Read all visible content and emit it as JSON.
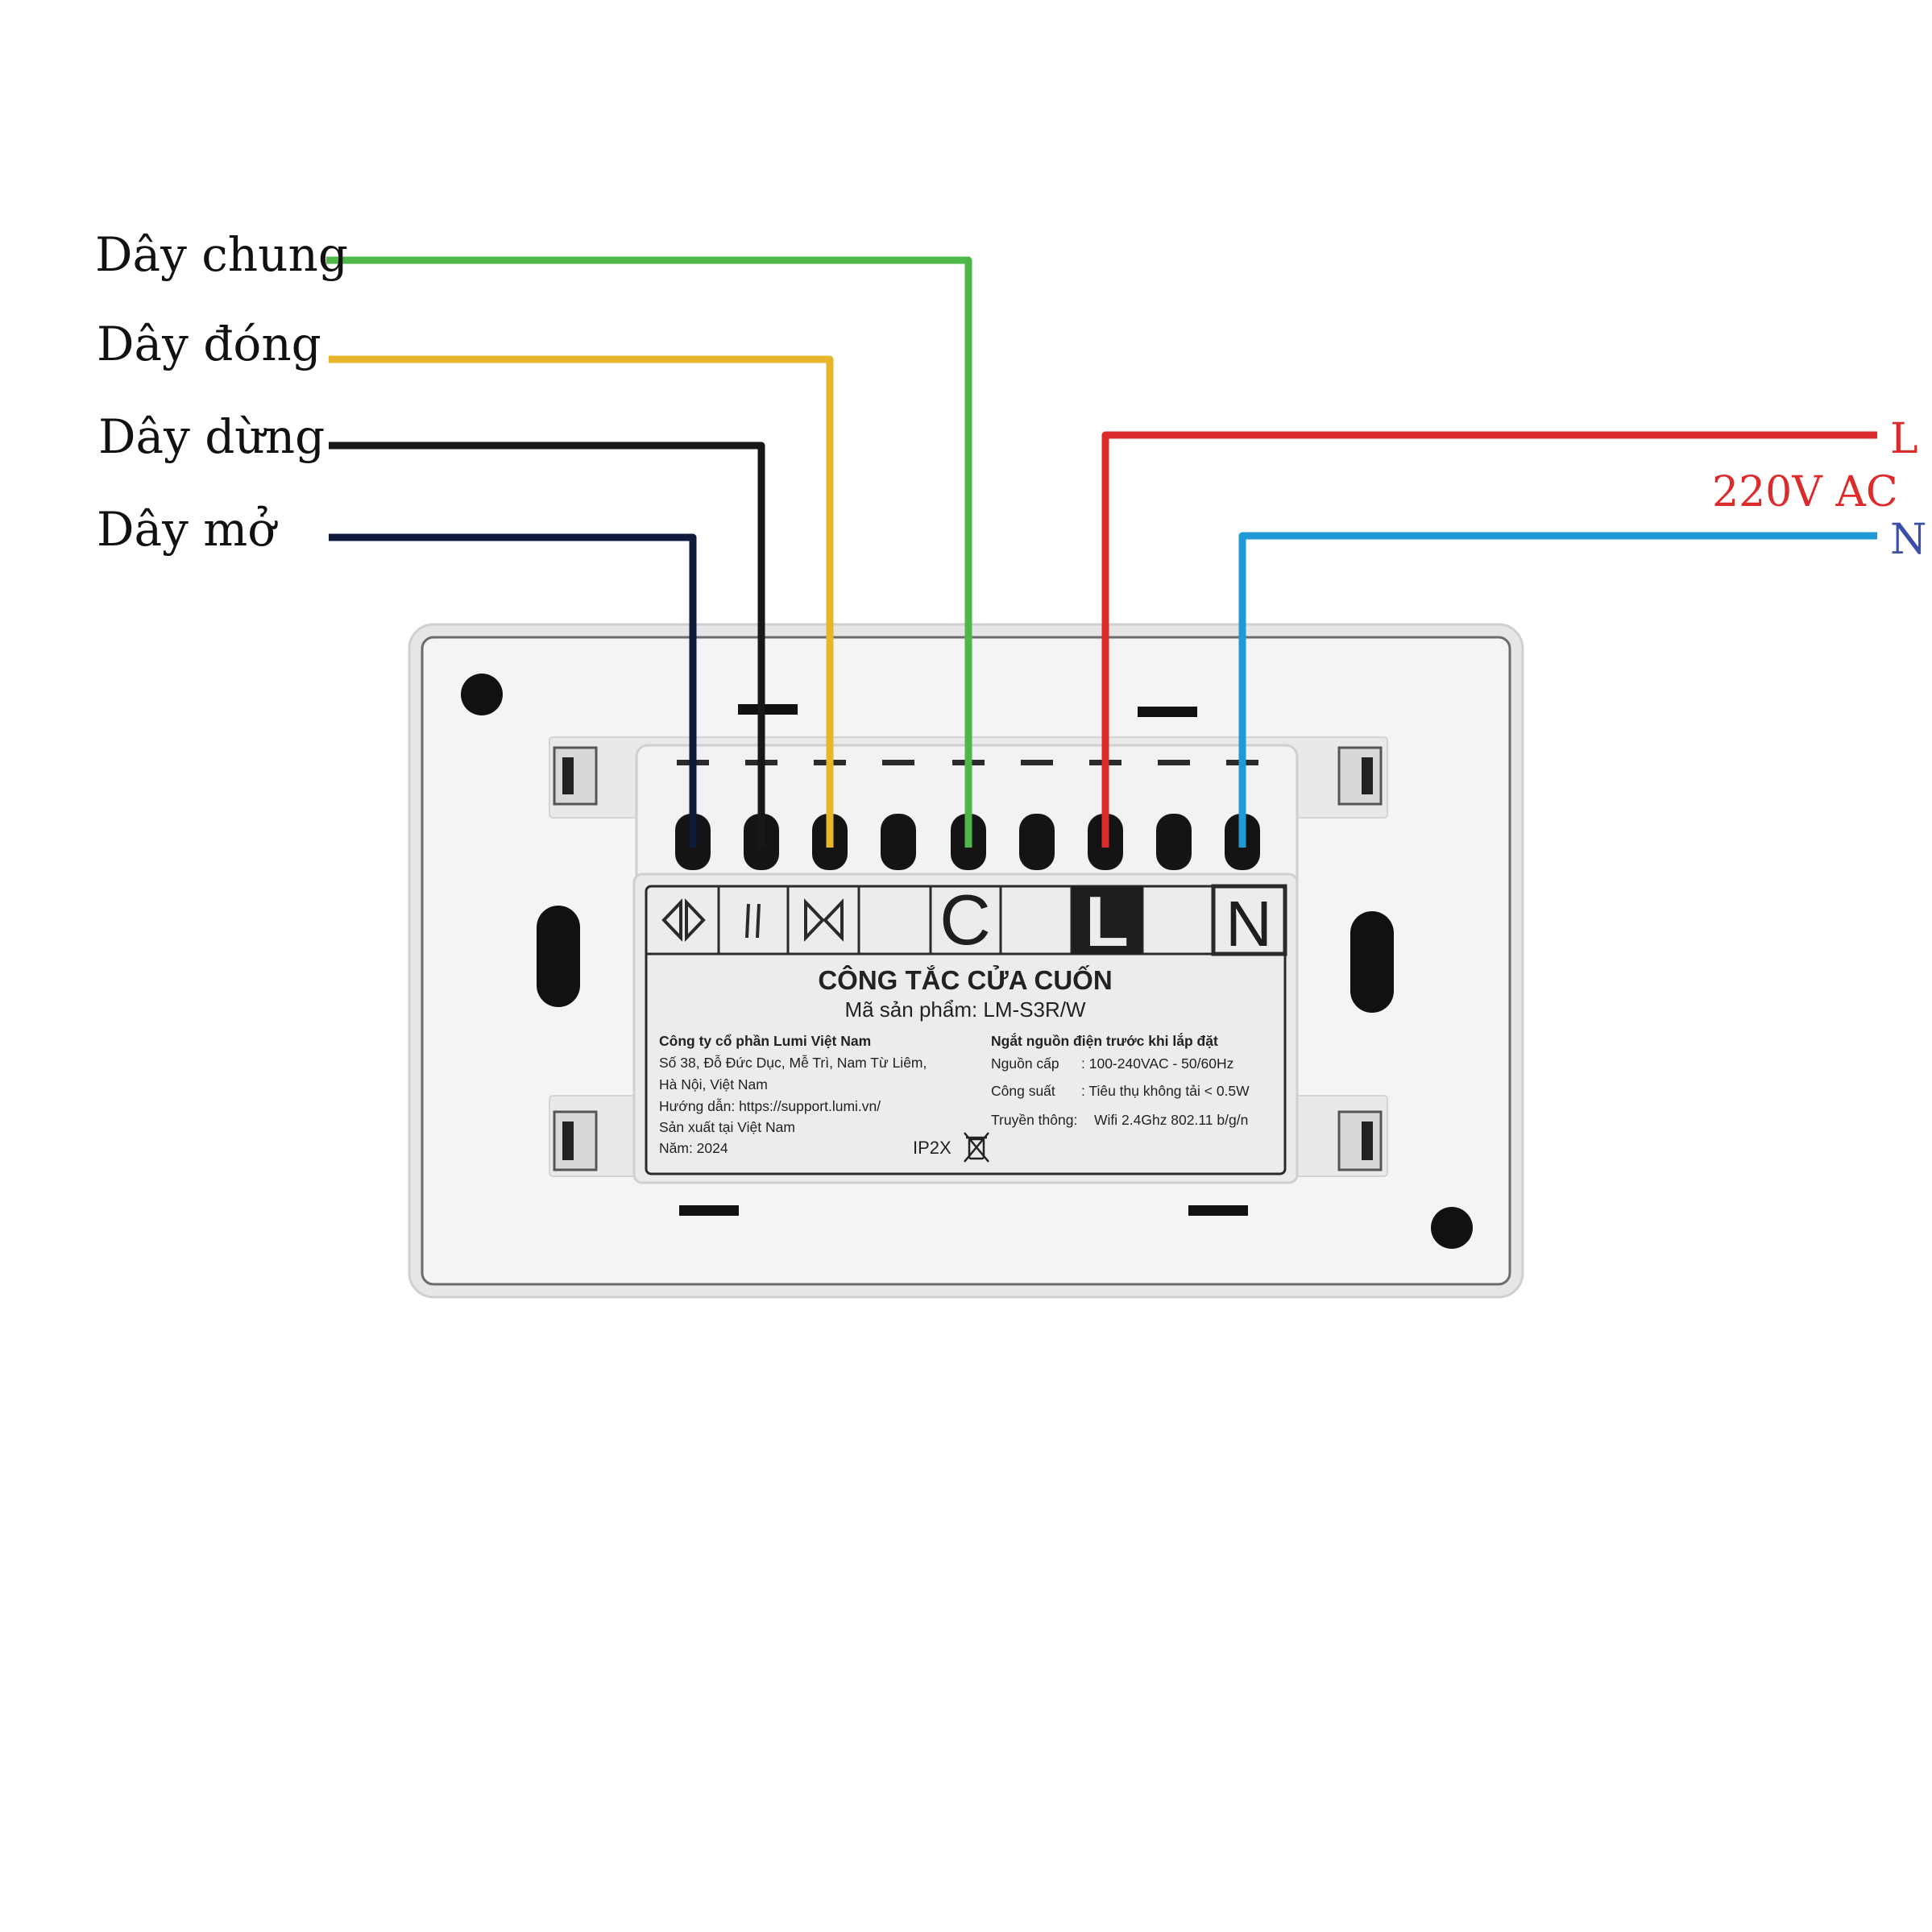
{
  "wires": [
    {
      "label": "Dây chung",
      "color": "#4db848"
    },
    {
      "label": "Dây đóng",
      "color": "#e8b62a"
    },
    {
      "label": "Dây dừng",
      "color": "#1a1717"
    },
    {
      "label": "Dây mở",
      "color": "#101a3a"
    }
  ],
  "power": {
    "l_label": "L",
    "n_label": "N",
    "voltage_label": "220V AC",
    "l_color": "#dc2b2b",
    "n_color": "#1f9ad6"
  },
  "terminal_markings": {
    "c": "C",
    "l": "L",
    "n": "N"
  },
  "product_label": {
    "title": "CÔNG TẮC CỬA CUỐN",
    "model": "Mã sản phẩm: LM-S3R/W",
    "company": "Công ty cổ phần Lumi Việt Nam",
    "address_line1": "Số 38, Đỗ Đức Dục, Mễ Trì, Nam Từ Liêm,",
    "address_line2": "Hà Nội, Việt Nam",
    "guide": "Hướng dẫn: https://support.lumi.vn/",
    "made_in": "Sản xuất tại Việt Nam",
    "year": "Năm: 2024",
    "warning": "Ngắt nguồn điện trước khi lắp đặt",
    "power_key": "Nguồn cấp",
    "power_value": ": 100-240VAC - 50/60Hz",
    "consumption_key": "Công suất",
    "consumption_value": ": Tiêu thụ không tải < 0.5W",
    "comm_key": "Truyền thông:",
    "comm_value": "Wifi 2.4Ghz 802.11 b/g/n",
    "ip_rating": "IP2X"
  },
  "icons": {
    "open_symbol": "open-arrows-icon",
    "stop_symbol": "stop-bars-icon",
    "close_symbol": "close-arrows-icon",
    "disposal_symbol": "crossed-bin-icon"
  }
}
